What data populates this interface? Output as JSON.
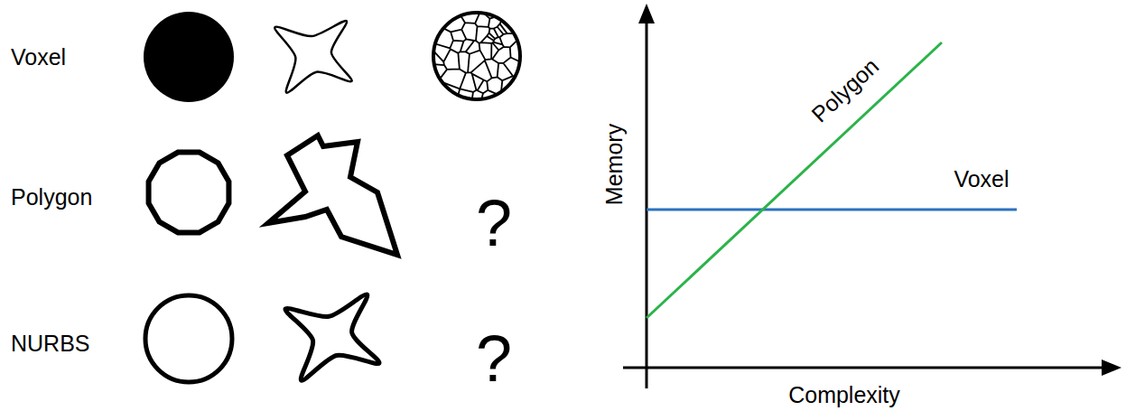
{
  "diagram": {
    "labels": [
      "Voxel",
      "Polygon",
      "NURBS",
      "?",
      "?",
      "Memory",
      "Complexity",
      "Polygon",
      "Voxel"
    ]
  }
}
